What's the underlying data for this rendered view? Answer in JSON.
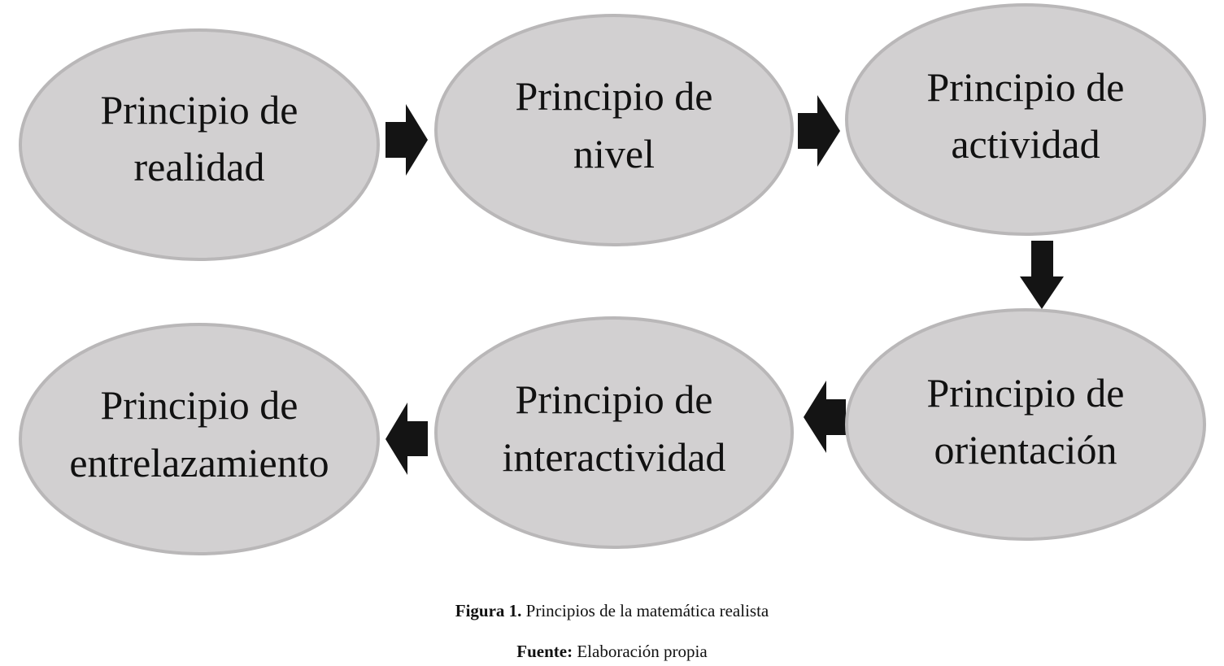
{
  "nodes": [
    {
      "id": "realidad",
      "lines": [
        "Principio de",
        "realidad"
      ]
    },
    {
      "id": "nivel",
      "lines": [
        "Principio de",
        "nivel"
      ]
    },
    {
      "id": "actividad",
      "lines": [
        "Principio de",
        "actividad"
      ]
    },
    {
      "id": "orientacion",
      "lines": [
        "Principio de",
        "orientación"
      ]
    },
    {
      "id": "interactividad",
      "lines": [
        "Principio de",
        "interactividad"
      ]
    },
    {
      "id": "entrelazamiento",
      "lines": [
        "Principio de",
        "entrelazamiento"
      ]
    }
  ],
  "flow": [
    "realidad",
    "nivel",
    "actividad",
    "orientacion",
    "interactividad",
    "entrelazamiento"
  ],
  "caption": {
    "figure_label": "Figura 1.",
    "figure_text": "Principios de la matemática realista",
    "source_label": "Fuente:",
    "source_text": "Elaboración propia"
  },
  "colors": {
    "node_fill": "#d2d0d1",
    "node_stroke": "#b9b7b8",
    "arrow": "#141414",
    "text": "#111111"
  }
}
